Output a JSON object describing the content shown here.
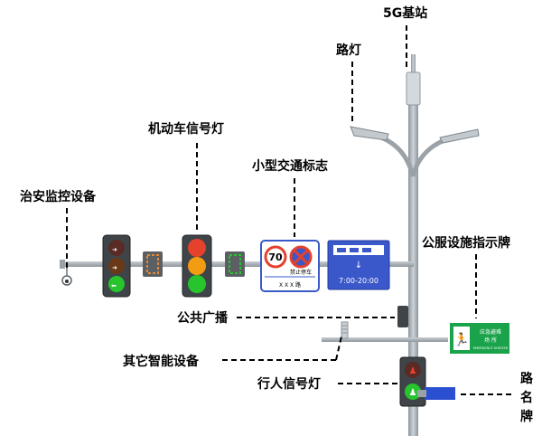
{
  "labels": {
    "base_station": "5G基站",
    "street_light": "路灯",
    "vehicle_signal": "机动车信号灯",
    "small_sign": "小型交通标志",
    "security": "治安监控设备",
    "public_service": "公服设施指示牌",
    "broadcast": "公共广播",
    "other_smart": "其它智能设备",
    "pedestrian_signal": "行人信号灯",
    "road_name_1": "路",
    "road_name_2": "名",
    "road_name_3": "牌"
  },
  "signs": {
    "speed_limit": "70",
    "no_parking": "禁止停车",
    "sign_footer": "X X X 路",
    "time_range": "7:00-20:00",
    "emergency_line1": "应急避难",
    "emergency_line2": "场 所",
    "emergency_line3": "EMERGENCY SHELTER"
  },
  "colors": {
    "pole": "#a9b1b7",
    "signal_red": "#e5412c",
    "signal_amber": "#f39c12",
    "signal_green": "#27c42e",
    "sign_blue": "#3a58c9",
    "exit_green": "#1aa34a",
    "road_sign_blue": "#2b4fd1"
  }
}
